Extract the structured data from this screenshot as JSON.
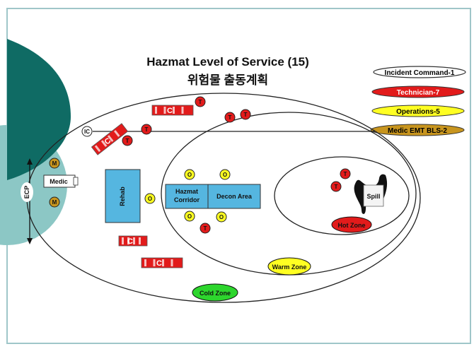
{
  "title": "Hazmat Level of Service (15)",
  "subtitle": "위험물 출동계획",
  "legend": [
    {
      "label": "Incident Command-1",
      "color": "#ffffff",
      "text_color": "#000000"
    },
    {
      "label": "Technician-7",
      "color": "#e21b1b",
      "text_color": "#ffffff"
    },
    {
      "label": "Operations-5",
      "color": "#ffff22",
      "text_color": "#000000"
    },
    {
      "label": "Medic EMT BLS-2",
      "color": "#c8951e",
      "text_color": "#000000"
    }
  ],
  "zones": {
    "cold": "Cold Zone",
    "warm": "Warm Zone",
    "hot": "Hot Zone"
  },
  "areas": {
    "medic": "Medic",
    "rehab": "Rehab",
    "hazmat_corridor": "Hazmat Corridor",
    "decon": "Decon Area",
    "spill": "Spill",
    "ecp": "ECP"
  },
  "markers": {
    "incident_command": "IC",
    "technician": "T",
    "operations": "O",
    "medic": "M"
  },
  "vehicles": {
    "label": "C"
  },
  "colors": {
    "frame_border": "#9fc6c9",
    "teal_dark": "#0f6b64",
    "teal_light": "#8cc7c5",
    "area_blue": "#55b6e0",
    "technician": "#e21b1b",
    "operations": "#ffff22",
    "medic": "#c8951e",
    "warm_zone": "#ffff22",
    "cold_zone": "#2dd62d",
    "hot_zone": "#e21b1b"
  }
}
